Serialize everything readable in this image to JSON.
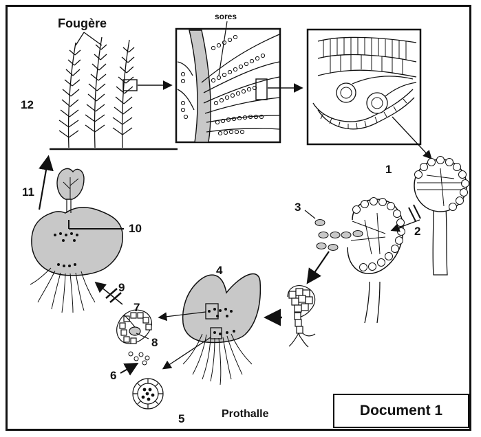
{
  "labels": {
    "fougere": "Fougère",
    "sores": "sores",
    "prothalle": "Prothalle",
    "document": "Document 1",
    "n1": "1",
    "n2": "2",
    "n3": "3",
    "n4": "4",
    "n5": "5",
    "n6": "6",
    "n7": "7",
    "n8": "8",
    "n9": "9",
    "n10": "10",
    "n11": "11",
    "n12": "12"
  },
  "colors": {
    "ink": "#111111",
    "fill": "#c8c8c8",
    "paper": "#ffffff"
  }
}
